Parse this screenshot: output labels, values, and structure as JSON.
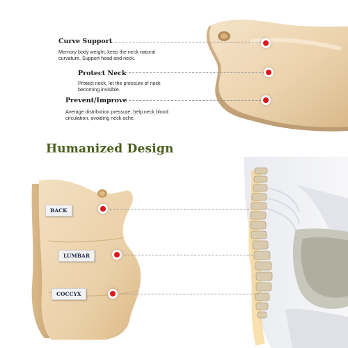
{
  "features": [
    {
      "title": "Curve Support",
      "desc_lines": [
        "Memory body weight, keep the neck natural",
        "curvature, Support head and neck."
      ]
    },
    {
      "title": "Protect Neck",
      "desc_lines": [
        "Protect neck, let the pressure of neck",
        "becoming invisible."
      ]
    },
    {
      "title": "Prevent/Improve",
      "desc_lines": [
        "Average distribution pressure, help neck blood",
        "circulation, avoiding neck ache."
      ]
    }
  ],
  "headline": "Humanized Design",
  "lumbar_labels": [
    {
      "label": "BACK"
    },
    {
      "label": "LUMBAR"
    },
    {
      "label": "COCCYX"
    }
  ],
  "colors": {
    "headline": "#4b5e1c",
    "dot": "#e0161b",
    "cushion": "#edd6b4",
    "label_text": "#1f2a4a"
  }
}
